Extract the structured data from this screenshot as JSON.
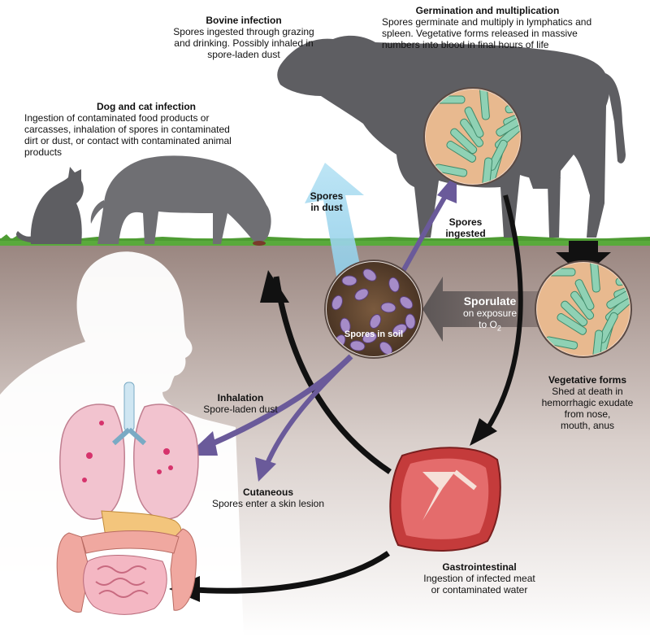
{
  "labels": {
    "bovine": {
      "title": "Bovine infection",
      "line1": "Spores ingested through grazing",
      "line2": "and drinking. Possibly inhaled in",
      "line3": "spore-laden dust"
    },
    "germination": {
      "title": "Germination and multiplication",
      "line1": "Spores germinate and multiply in lymphatics and",
      "line2": "spleen. Vegetative forms released in massive",
      "line3": "numbers into blood in final hours of life"
    },
    "dogcat": {
      "title": "Dog and cat infection",
      "line1": "Ingestion of contaminated food products or",
      "line2": "carcasses, inhalation of spores in contaminated",
      "line3": "dirt or dust, or contact with contaminated animal",
      "line4": "products"
    },
    "spores_dust": {
      "line1": "Spores",
      "line2": "in dust"
    },
    "spores_ingested": {
      "line1": "Spores",
      "line2": "ingested"
    },
    "spores_soil": "Spores in soil",
    "sporulate": {
      "title": "Sporulate",
      "line1": "on exposure",
      "line2": "to O",
      "sub": "2"
    },
    "vegetative": {
      "title": "Vegetative forms",
      "line1": "Shed at death in",
      "line2": "hemorrhagic exudate",
      "line3": "from nose,",
      "line4": "mouth, anus"
    },
    "inhalation": {
      "title": "Inhalation",
      "line1": "Spore-laden dust"
    },
    "cutaneous": {
      "title": "Cutaneous",
      "line1": "Spores enter a skin lesion"
    },
    "gastro": {
      "title": "Gastrointestinal",
      "line1": "Ingestion of infected meat",
      "line2": "or contaminated water"
    }
  },
  "colors": {
    "ground": "#8c7a74",
    "grass": "#5aaa3c",
    "animal": "#5e5e62",
    "arrow_black": "#111111",
    "arrow_purple": "#6a5a9a",
    "arrow_blue": "#8ecde8",
    "spore": "#a68cc8",
    "bacilli": "#8fd1b4"
  }
}
